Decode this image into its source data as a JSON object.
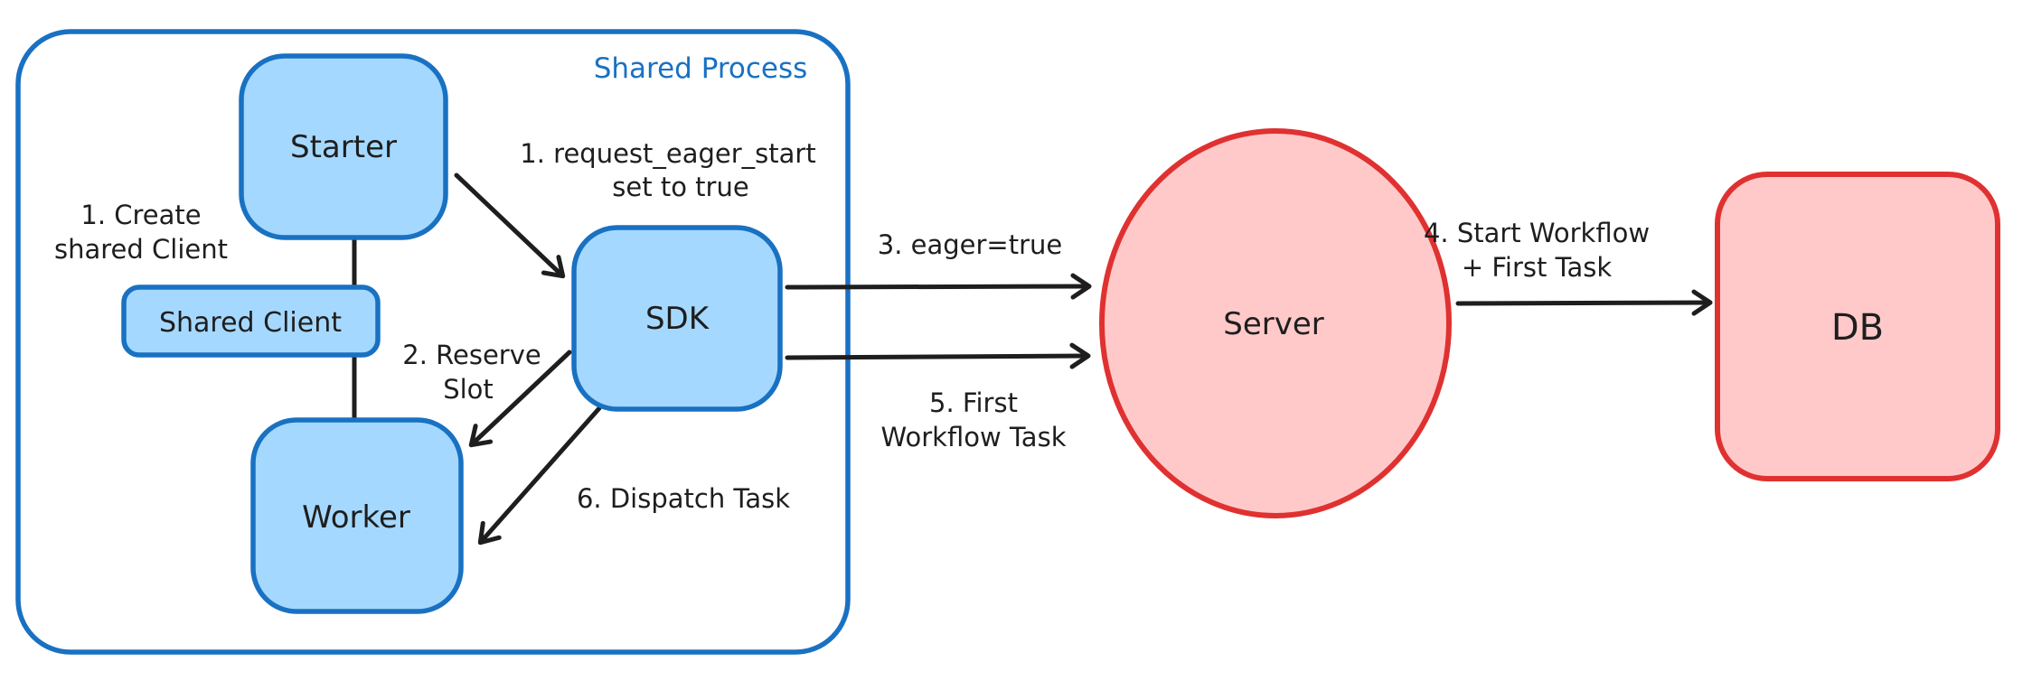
{
  "diagram": {
    "background": "#ffffff",
    "colors": {
      "blue_stroke": "#1971c2",
      "blue_fill": "#a5d8ff",
      "red_stroke": "#e03131",
      "red_fill": "#ffc9c9",
      "ink": "#1e1e1e"
    },
    "container": {
      "label": "Shared Process"
    },
    "nodes": {
      "starter": {
        "label": "Starter"
      },
      "shared_client": {
        "label": "Shared Client"
      },
      "worker": {
        "label": "Worker"
      },
      "sdk": {
        "label": "SDK"
      },
      "server": {
        "label": "Server"
      },
      "db": {
        "label": "DB"
      }
    },
    "annotations": {
      "create_shared_client": {
        "line1": "1. Create",
        "line2": "shared Client"
      },
      "request_eager_start": {
        "line1": "1. request_eager_start",
        "line2": "set to true"
      },
      "reserve_slot": {
        "line1": "2. Reserve",
        "line2": "Slot"
      },
      "eager_true": {
        "label": "3. eager=true"
      },
      "start_workflow": {
        "line1": "4. Start Workflow",
        "line2": "+ First Task"
      },
      "first_workflow_task": {
        "line1": "5. First",
        "line2": "Workflow Task"
      },
      "dispatch_task": {
        "label": "6. Dispatch Task"
      }
    }
  }
}
